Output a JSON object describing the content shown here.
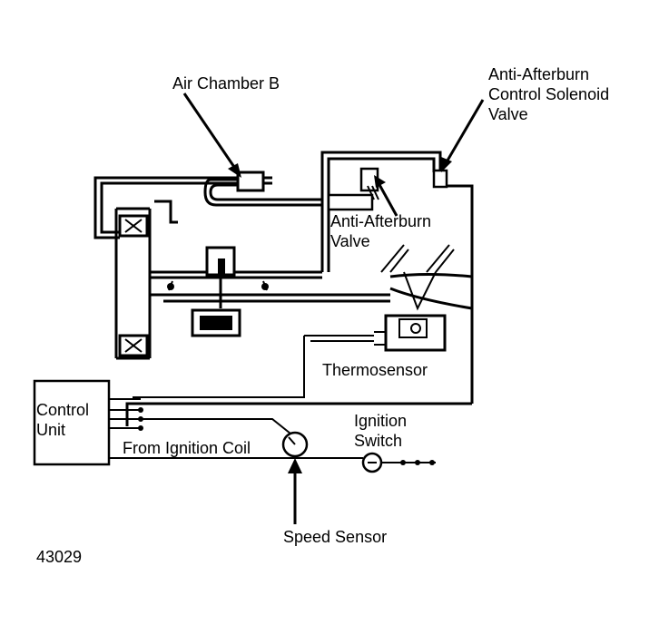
{
  "labels": {
    "air_chamber_b": "Air Chamber B",
    "solenoid_line1": "Anti-Afterburn",
    "solenoid_line2": "Control Solenoid",
    "solenoid_line3": "Valve",
    "valve_line1": "Anti-Afterburn",
    "valve_line2": "Valve",
    "thermosensor": "Thermosensor",
    "control_line1": "Control",
    "control_line2": "Unit",
    "ignition_line1": "Ignition",
    "ignition_line2": "Switch",
    "from_ignition_coil": "From Ignition Coil",
    "speed_sensor": "Speed Sensor",
    "figure_number": "43029"
  }
}
